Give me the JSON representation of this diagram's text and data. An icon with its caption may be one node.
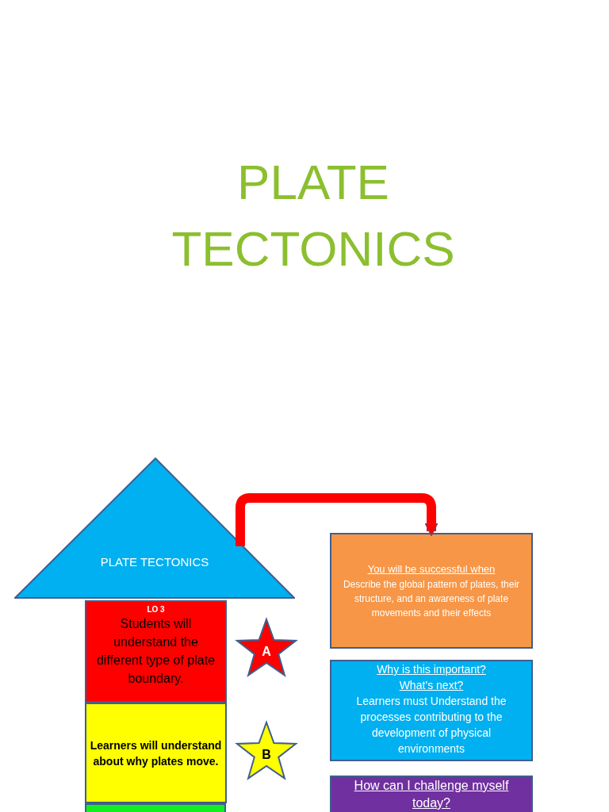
{
  "diagram": {
    "title": "PLATE TECTONICS",
    "nodes": [
      {
        "text": [
          "PLATE TECTONICS"
        ]
      },
      {
        "text": [
          "LO 3",
          "Students will understand the different type of plate boundary."
        ]
      },
      {
        "text": [
          "Learners will understand about why plates move."
        ]
      },
      {
        "text": [],
        "shape": "box"
      },
      {
        "text": [
          "A"
        ]
      },
      {
        "text": [
          "B"
        ]
      },
      {
        "text": [
          "You will be successful when",
          "Describe the global pattern of plates, their structure, and an awareness of plate movements and their effects"
        ]
      },
      {
        "text": [
          "Why is this important? What’s next?",
          "Learners must Understand the processes contributing to the development of physical environments"
        ]
      },
      {
        "text": [
          "How can I challenge myself today?"
        ]
      }
    ],
    "edges": [
      {
        "from": 0,
        "to": 6,
        "arrow": "to"
      }
    ]
  }
}
